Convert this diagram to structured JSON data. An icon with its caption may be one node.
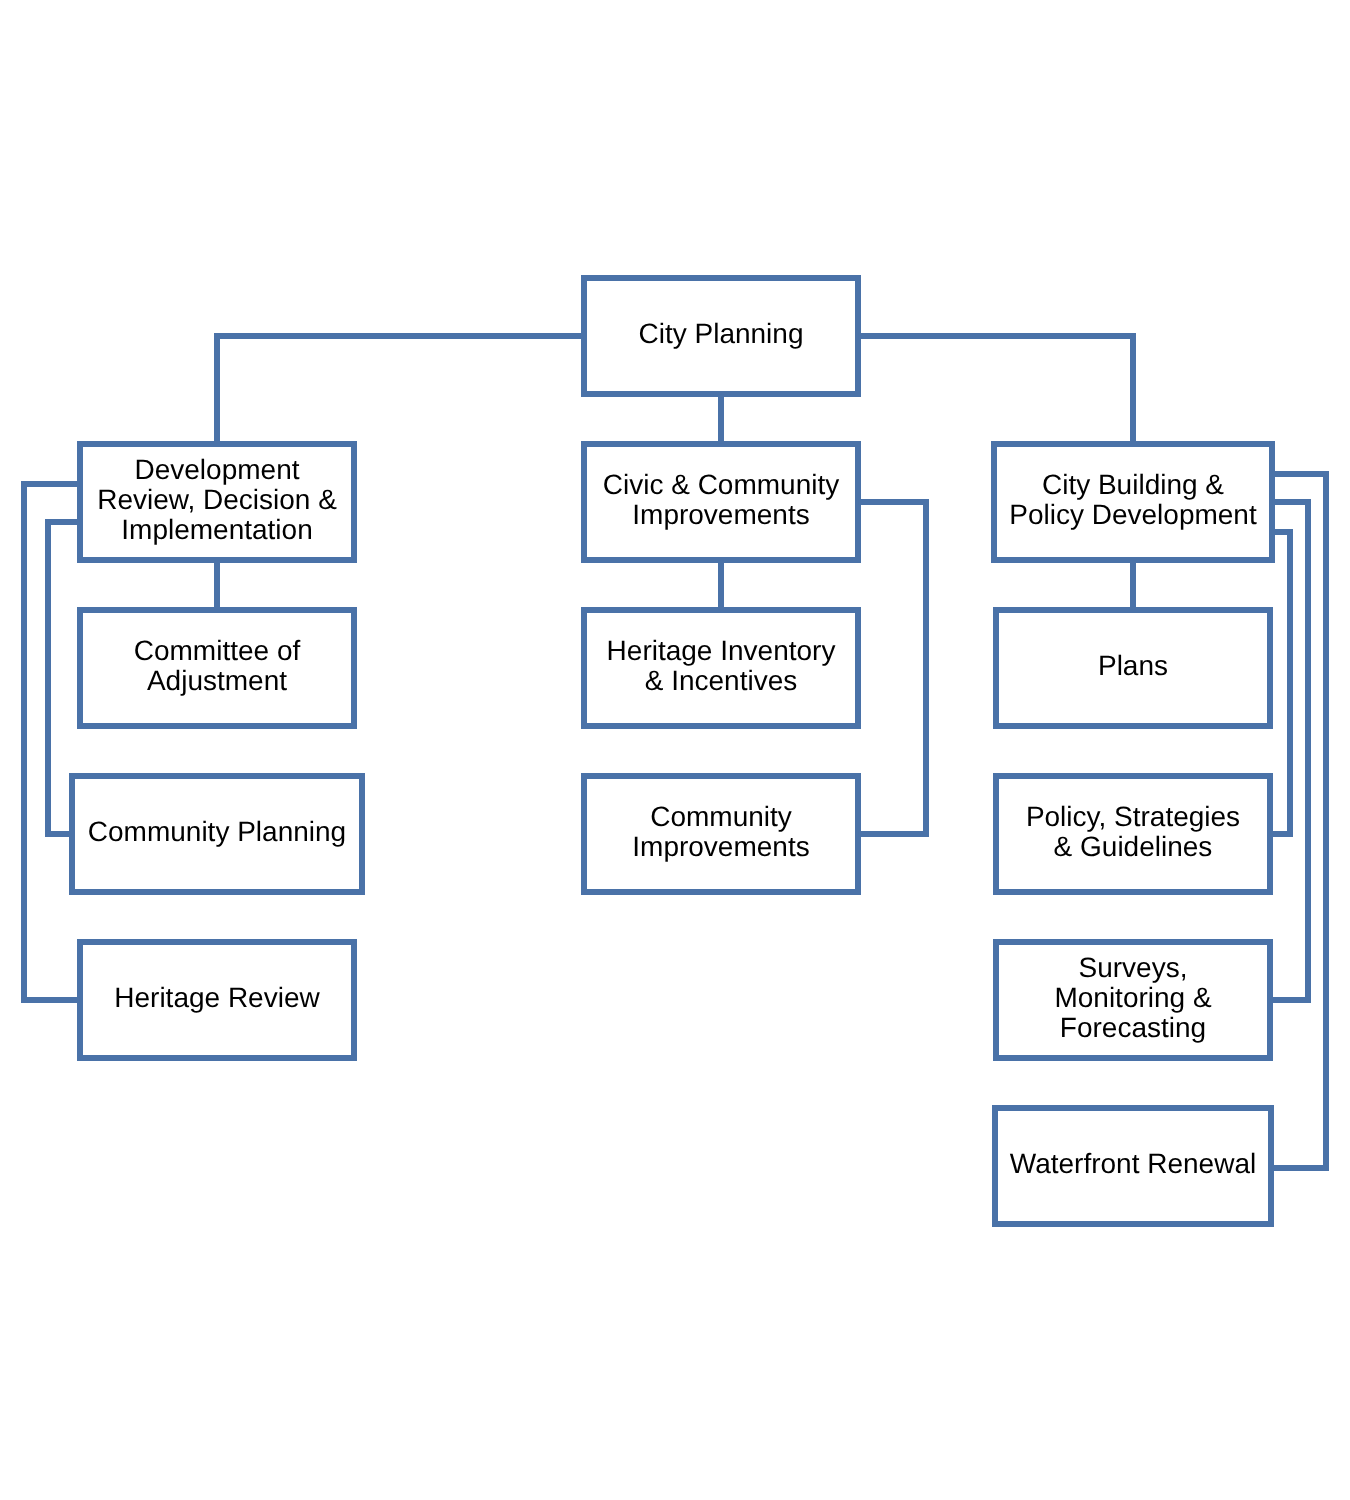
{
  "diagram": {
    "nodes": [
      {
        "text": [
          "City Planning"
        ]
      },
      {
        "text": [
          "Development Review, Decision & Implementation"
        ]
      },
      {
        "text": [
          "Civic & Community Improvements"
        ]
      },
      {
        "text": [
          "City Building & Policy Development"
        ]
      },
      {
        "text": [
          "Committee of Adjustment"
        ]
      },
      {
        "text": [
          "Community Planning"
        ]
      },
      {
        "text": [
          "Heritage Review"
        ]
      },
      {
        "text": [
          "Heritage Inventory & Incentives"
        ]
      },
      {
        "text": [
          "Community Improvements"
        ]
      },
      {
        "text": [
          "Plans"
        ]
      },
      {
        "text": [
          "Policy, Strategies & Guidelines"
        ]
      },
      {
        "text": [
          "Surveys, Monitoring & Forecasting"
        ]
      },
      {
        "text": [
          "Waterfront Renewal"
        ]
      }
    ],
    "edges": [
      {
        "from": 0,
        "to": 1,
        "arrow": "none"
      },
      {
        "from": 0,
        "to": 2,
        "arrow": "none"
      },
      {
        "from": 0,
        "to": 3,
        "arrow": "none"
      },
      {
        "from": 1,
        "to": 4,
        "arrow": "none"
      },
      {
        "from": 1,
        "to": 5,
        "arrow": "none"
      },
      {
        "from": 1,
        "to": 6,
        "arrow": "none"
      },
      {
        "from": 2,
        "to": 7,
        "arrow": "none"
      },
      {
        "from": 2,
        "to": 8,
        "arrow": "none"
      },
      {
        "from": 3,
        "to": 9,
        "arrow": "none"
      },
      {
        "from": 3,
        "to": 10,
        "arrow": "none"
      },
      {
        "from": 3,
        "to": 11,
        "arrow": "none"
      },
      {
        "from": 3,
        "to": 12,
        "arrow": "none"
      }
    ]
  }
}
